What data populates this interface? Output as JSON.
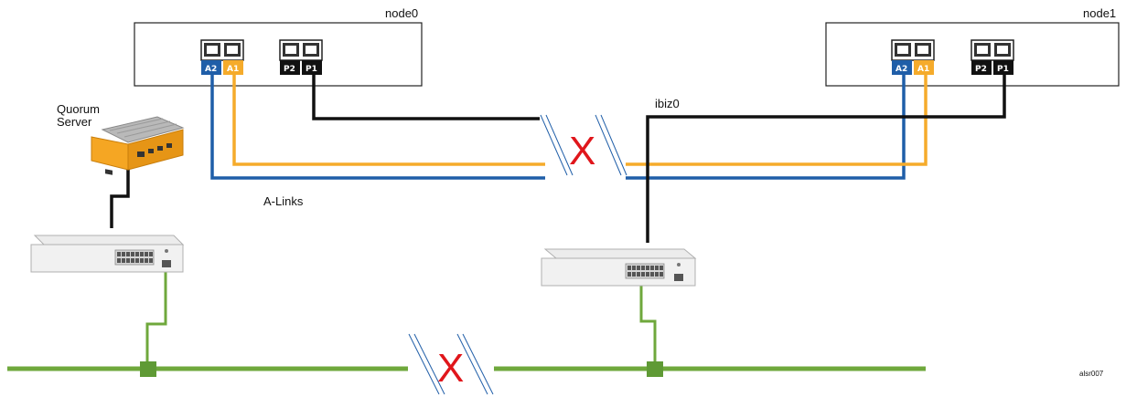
{
  "nodes": {
    "node0": {
      "label": "node0"
    },
    "node1": {
      "label": "node1"
    }
  },
  "ports": {
    "a2": "A2",
    "a1": "A1",
    "p2": "P2",
    "p1": "P1"
  },
  "labels": {
    "quorum_line1": "Quorum",
    "quorum_line2": "Server",
    "alinks": "A-Links",
    "ibiz0": "ibiz0",
    "break_mark": "X",
    "figure_id": "alsr007"
  },
  "colors": {
    "a_link_blue": "#1f5ea8",
    "a_link_orange": "#f5ab2b",
    "p_link_black": "#111111",
    "network_green": "#6fa83c",
    "break_red": "#e0161b",
    "break_slash_blue": "#1f5ea8"
  }
}
